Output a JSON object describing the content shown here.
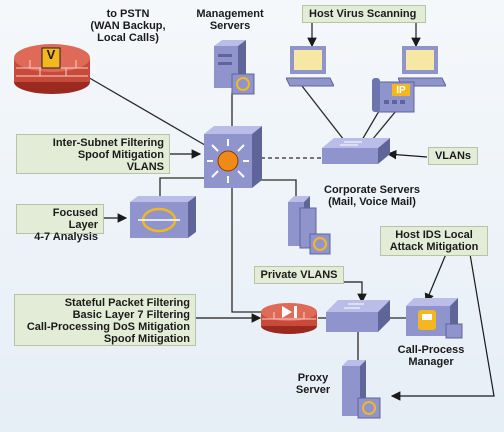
{
  "labels": {
    "pstn": [
      "to PSTN",
      "(WAN Backup,",
      "Local Calls)"
    ],
    "mgmt": [
      "Management",
      "Servers"
    ],
    "host_virus": "Host Virus Scanning",
    "inter_subnet": [
      "Inter-Subnet Filtering",
      "Spoof Mitigation",
      "VLANS"
    ],
    "vlans": "VLANs",
    "corp_servers": [
      "Corporate Servers",
      "(Mail, Voice Mail)"
    ],
    "focused": [
      "Focused Layer",
      "4-7 Analysis"
    ],
    "host_ids": [
      "Host IDS Local",
      "Attack Mitigation"
    ],
    "private_vlans": "Private VLANS",
    "stateful": [
      "Stateful Packet Filtering",
      "Basic Layer 7 Filtering",
      "Call-Processing DoS Mitigation",
      "Spoof Mitigation"
    ],
    "callproc": [
      "Call-Process",
      "Manager"
    ],
    "proxy": [
      "Proxy",
      "Server"
    ]
  },
  "badges": {
    "router_v": "V",
    "phone_ip": "IP"
  },
  "colors": {
    "box_fill": "#e3ecd6",
    "device": "#8f95cc",
    "device_dark": "#5f6499",
    "firewall": "#c94a3a",
    "screen": "#f4b71f",
    "core": "#f08a16"
  }
}
